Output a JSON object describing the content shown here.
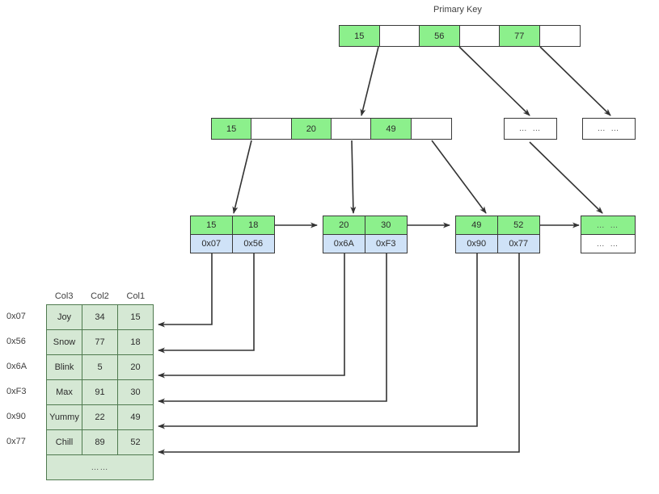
{
  "diagram": {
    "title": "Primary Key",
    "colors": {
      "key_fill": "#8cf08c",
      "pointer_fill": "#cfe2f7",
      "table_fill": "#d5e8d4",
      "table_border": "#4f7a4f",
      "node_border": "#3a3a3a",
      "background": "#ffffff"
    }
  },
  "root_node": {
    "cells": [
      {
        "label": "15",
        "type": "key"
      },
      {
        "label": "",
        "type": "pointer"
      },
      {
        "label": "56",
        "type": "key"
      },
      {
        "label": "",
        "type": "pointer"
      },
      {
        "label": "77",
        "type": "key"
      },
      {
        "label": "",
        "type": "pointer"
      }
    ]
  },
  "internal_nodes": [
    {
      "cells": [
        {
          "label": "15",
          "type": "key"
        },
        {
          "label": "",
          "type": "pointer"
        },
        {
          "label": "20",
          "type": "key"
        },
        {
          "label": "",
          "type": "pointer"
        },
        {
          "label": "49",
          "type": "key"
        },
        {
          "label": "",
          "type": "pointer"
        }
      ]
    },
    {
      "cells": [
        {
          "label": "…   …",
          "type": "placeholder"
        }
      ]
    },
    {
      "cells": [
        {
          "label": "…   …",
          "type": "placeholder"
        }
      ]
    }
  ],
  "leaf_nodes": [
    {
      "keys": [
        "15",
        "18"
      ],
      "pointers": [
        "0x07",
        "0x56"
      ]
    },
    {
      "keys": [
        "20",
        "30"
      ],
      "pointers": [
        "0x6A",
        "0xF3"
      ]
    },
    {
      "keys": [
        "49",
        "52"
      ],
      "pointers": [
        "0x90",
        "0x77"
      ]
    },
    {
      "keys": [
        "…   …"
      ],
      "pointers": [
        "…   …"
      ],
      "placeholder": true
    }
  ],
  "data_table": {
    "columns": [
      "Col3",
      "Col2",
      "Col1"
    ],
    "row_addresses": [
      "0x07",
      "0x56",
      "0x6A",
      "0xF3",
      "0x90",
      "0x77"
    ],
    "rows": [
      [
        "Joy",
        "34",
        "15"
      ],
      [
        "Snow",
        "77",
        "18"
      ],
      [
        "Blink",
        "5",
        "20"
      ],
      [
        "Max",
        "91",
        "30"
      ],
      [
        "Yummy",
        "22",
        "49"
      ],
      [
        "Chill",
        "89",
        "52"
      ]
    ],
    "footer_row": "……"
  }
}
